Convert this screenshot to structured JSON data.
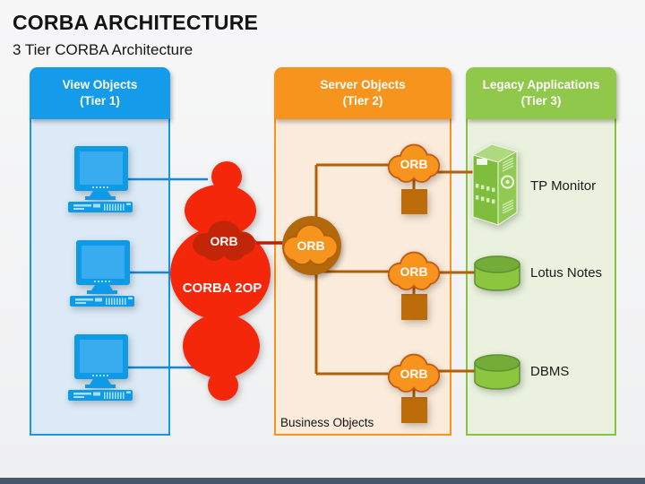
{
  "page": {
    "title": "CORBA ARCHITECTURE",
    "subtitle": "3 Tier CORBA Architecture"
  },
  "tiers": {
    "tier1": {
      "heading_line1": "View Objects",
      "heading_line2": "(Tier 1)"
    },
    "tier2": {
      "heading_line1": "Server Objects",
      "heading_line2": "(Tier 2)"
    },
    "tier3": {
      "heading_line1": "Legacy Applications",
      "heading_line2": "(Tier 3)"
    }
  },
  "labels": {
    "orb": "ORB",
    "protocol": "CORBA 2OP",
    "business_objects": "Business Objects"
  },
  "legacy_items": [
    {
      "label": "TP Monitor",
      "icon": "server-tower-icon"
    },
    {
      "label": "Lotus Notes",
      "icon": "database-cylinder-icon"
    },
    {
      "label": "DBMS",
      "icon": "database-cylinder-icon"
    }
  ],
  "client_items": [
    {
      "icon": "desktop-computer-icon"
    },
    {
      "icon": "desktop-computer-icon"
    },
    {
      "icon": "desktop-computer-icon"
    }
  ],
  "colors": {
    "tier1_accent": "#149be9",
    "tier1_body": "#dceaf7",
    "tier2_accent": "#f7941d",
    "tier2_body": "#faebdb",
    "tier3_accent": "#8fc84a",
    "tier3_body": "#eaf2df",
    "middleware_red": "#f5270b",
    "middleware_dark_red": "#c22508",
    "orb_cloud_orange": "#f7941d",
    "connector_brown": "#b45f06",
    "connector_blue": "#1487d8",
    "connector_dark_red": "#be1e05",
    "business_object_box": "#bd6c0a",
    "bottom_bar": "#47566a"
  }
}
